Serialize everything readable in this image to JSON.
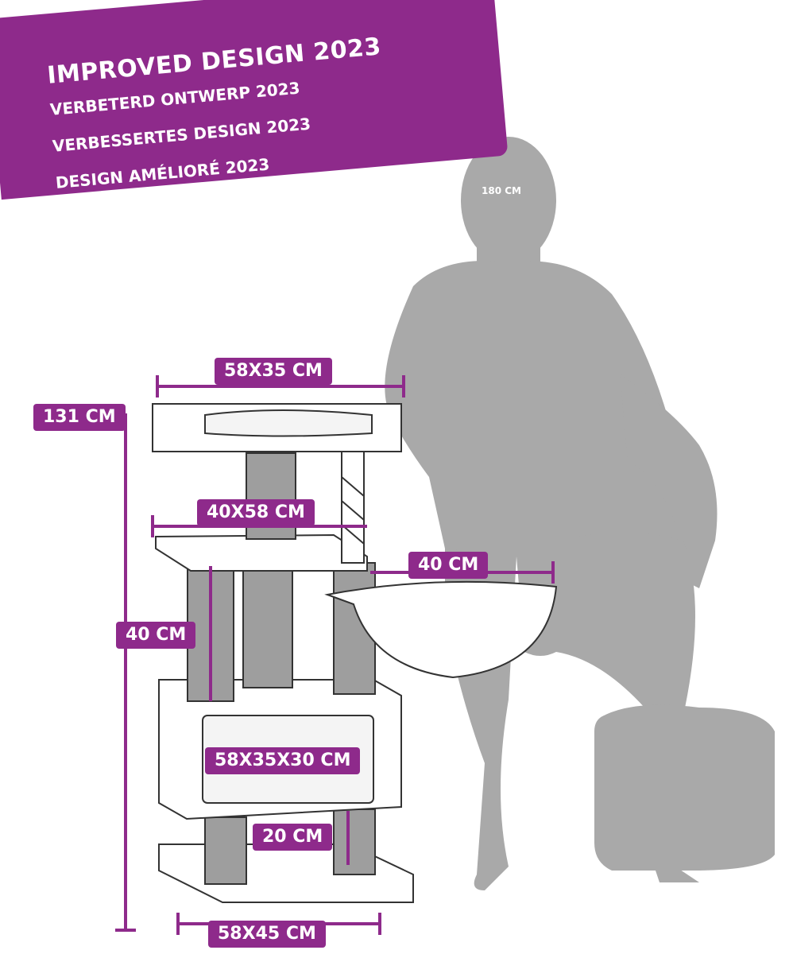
{
  "banner": {
    "title": "IMPROVED DESIGN 2023",
    "line_nl": "VERBETERD ONTWERP 2023",
    "line_de": "VERBESSERTES DESIGN 2023",
    "line_fr": "DESIGN AMÉLIORÉ 2023"
  },
  "person_height": "180 CM",
  "dimensions": {
    "top_platform": "58X35 CM",
    "total_height": "131 CM",
    "middle_platform": "40X58 CM",
    "hammock": "40 CM",
    "middle_post_height": "40 CM",
    "cave": "58X35X30 CM",
    "lower_post_height": "20 CM",
    "base": "58X45 CM"
  },
  "colors": {
    "accent": "#8e2a8b",
    "silhouette": "#a9a9a9",
    "post": "#9e9e9e",
    "outline": "#333333"
  }
}
